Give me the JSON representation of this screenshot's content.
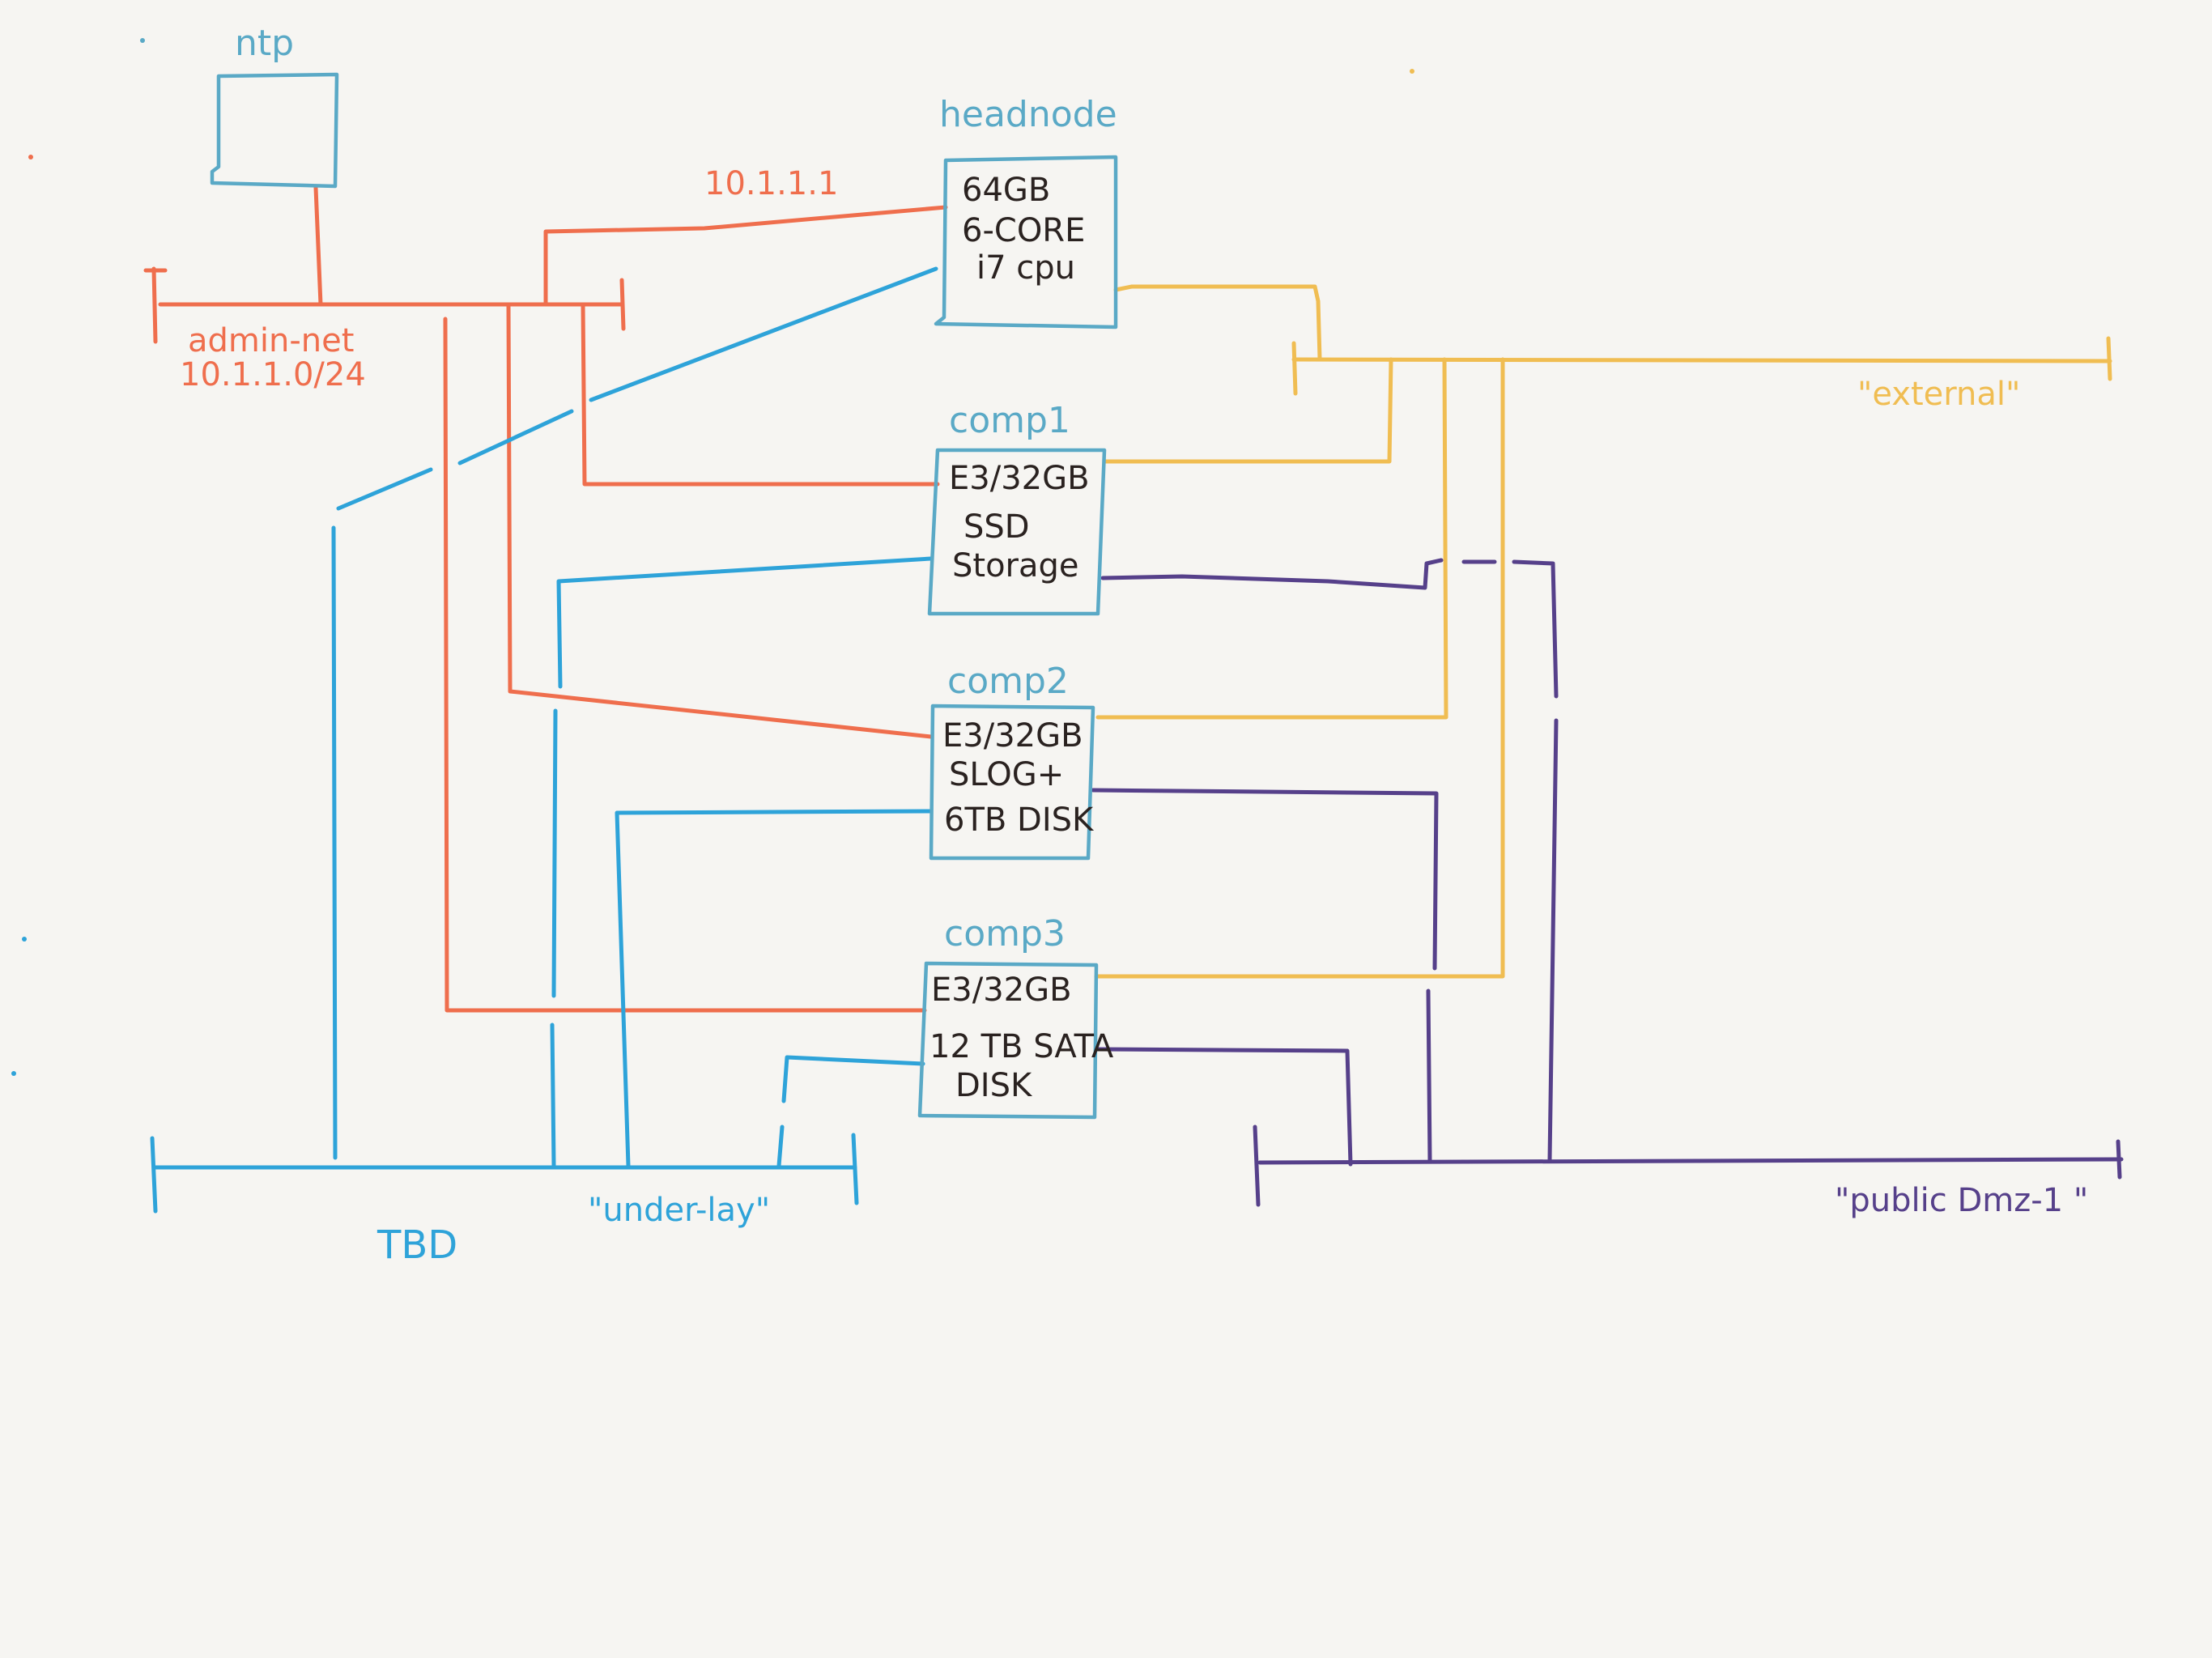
{
  "colors": {
    "background": "#f6f5f2",
    "admin_net": "#ef6e4d",
    "underlay": "#2ea3d9",
    "external": "#f0bd52",
    "public_dmz": "#56408a",
    "node_box": "#5aa9c6",
    "spec_text": "#2a2220"
  },
  "nodes": {
    "ntp": {
      "title": "ntp"
    },
    "headnode": {
      "title": "headnode",
      "spec_lines": [
        "64GB",
        "6-CORE",
        "i7 cpu"
      ],
      "admin_ip": "10.1.1.1"
    },
    "comp1": {
      "title": "comp1",
      "spec_lines": [
        "E3/32GB",
        "SSD",
        "Storage"
      ]
    },
    "comp2": {
      "title": "comp2",
      "spec_lines": [
        "E3/32GB",
        "SLOG+",
        "6TB DISK"
      ]
    },
    "comp3": {
      "title": "comp3",
      "spec_lines": [
        "E3/32GB",
        "12 TB SATA",
        "DISK"
      ]
    }
  },
  "networks": {
    "admin_net": {
      "name": "admin-net",
      "subnet": "10.1.1.0/24"
    },
    "underlay": {
      "name": "\"under-lay\"",
      "note": "TBD"
    },
    "external": {
      "name": "\"external\""
    },
    "public_dmz": {
      "name": "\"public Dmz-1 \""
    }
  }
}
